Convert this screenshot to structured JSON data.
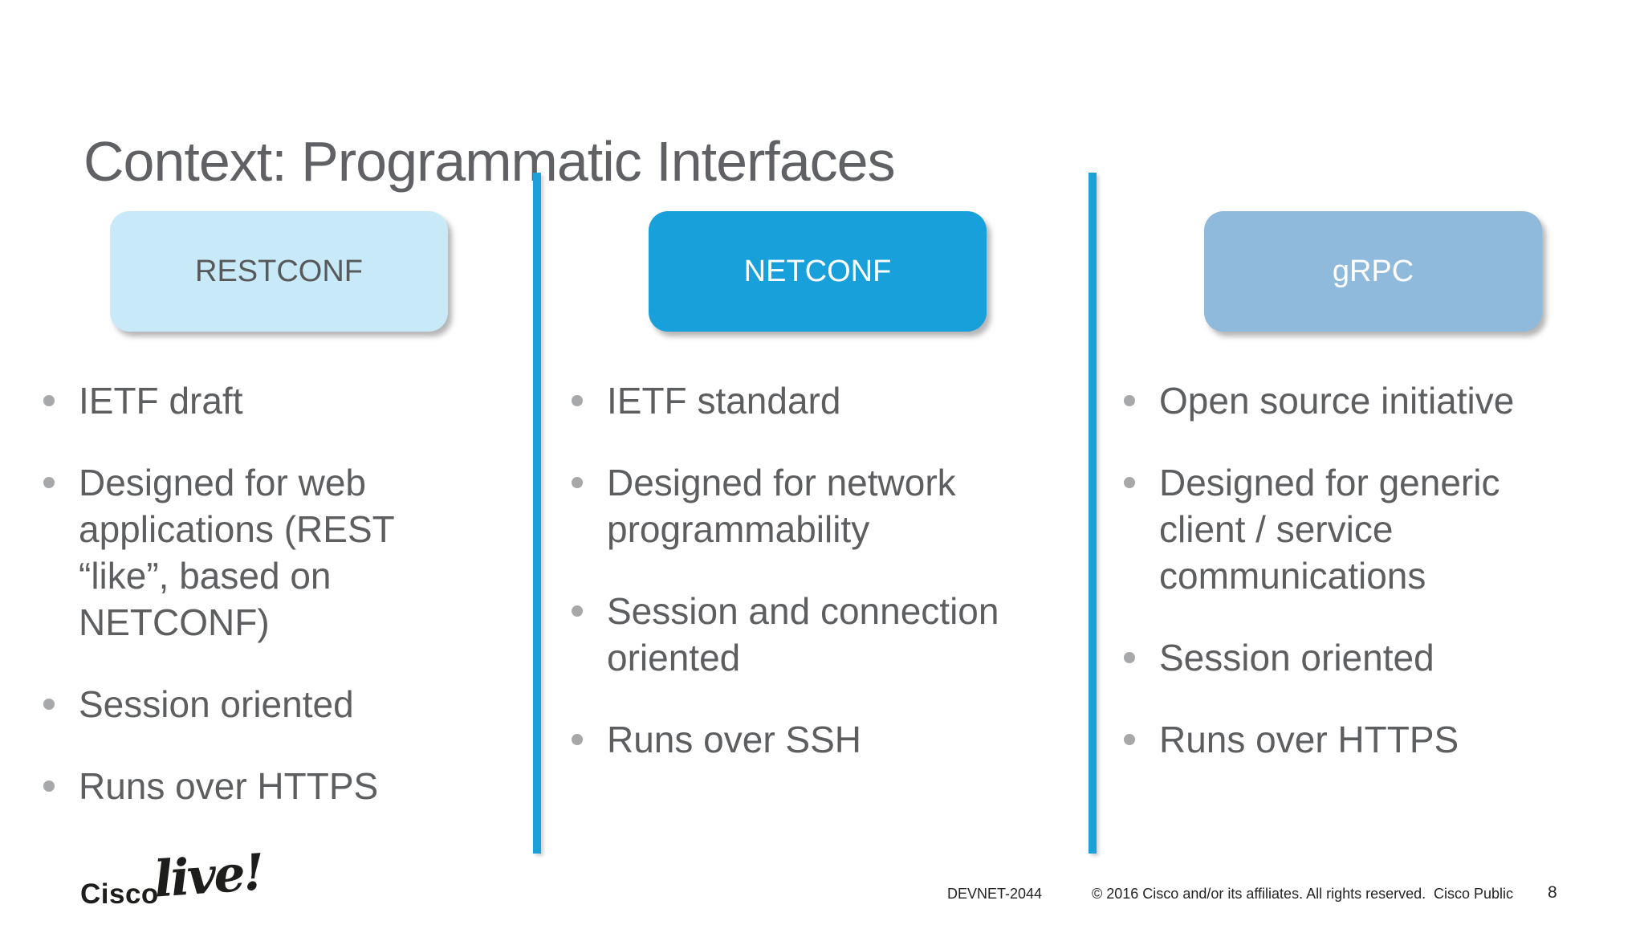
{
  "slide": {
    "title": "Context: Programmatic Interfaces",
    "columns": [
      {
        "header": "RESTCONF",
        "bullets": [
          "IETF draft",
          "Designed for web applications (REST “like”, based on NETCONF)",
          "Session oriented",
          "Runs over HTTPS"
        ]
      },
      {
        "header": "NETCONF",
        "bullets": [
          "IETF standard",
          "Designed for network programmability",
          "Session and connection oriented",
          "Runs over SSH"
        ]
      },
      {
        "header": "gRPC",
        "bullets": [
          "Open source initiative",
          "Designed for generic client / service communications",
          "Session oriented",
          "Runs over HTTPS"
        ]
      }
    ],
    "footer": {
      "logo_brand": "Cisco",
      "logo_script": "live!",
      "session_code": "DEVNET-2044",
      "copyright": "© 2016  Cisco and/or its affiliates. All rights reserved.",
      "classification": "Cisco Public",
      "page_number": "8"
    },
    "colors": {
      "netconf_blue": "#17a0d9",
      "restconf_light_blue": "#c8eaf8",
      "grpc_steel_blue": "#8fbadc",
      "divider_blue": "#1ba0d7",
      "body_text_gray": "#5d5e60",
      "bullet_dot_gray": "#a7a8aa"
    }
  }
}
